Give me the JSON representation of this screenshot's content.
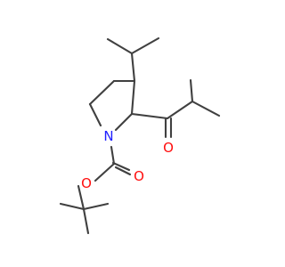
{
  "molecule": {
    "atoms": {
      "nitrogen": {
        "symbol": "N",
        "color": "#2020ff"
      },
      "ketone_oxygen": {
        "symbol": "O",
        "color": "#ff0d0d"
      },
      "ester_oxygen": {
        "symbol": "O",
        "color": "#ff0d0d"
      },
      "carbonyl_oxygen": {
        "symbol": "O",
        "color": "#ff0d0d"
      }
    },
    "bond_color": "#404040"
  }
}
